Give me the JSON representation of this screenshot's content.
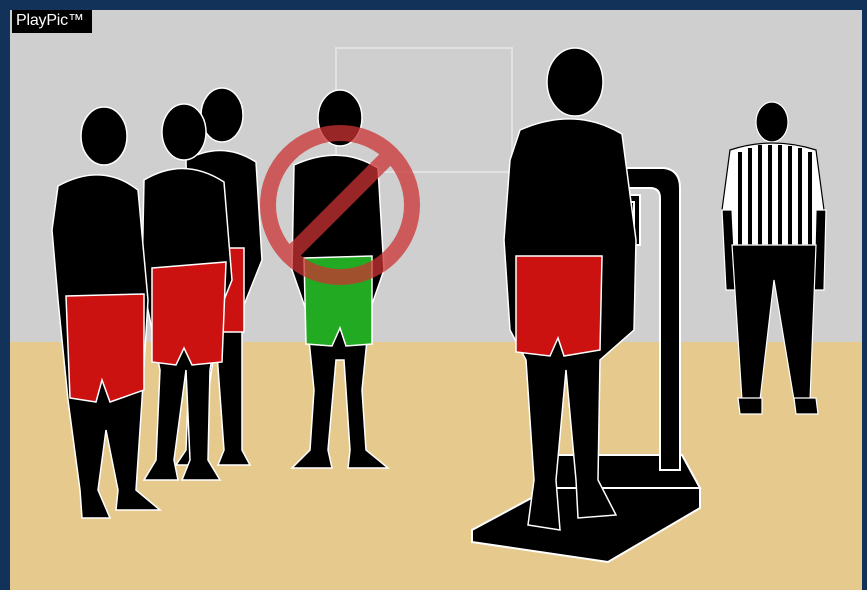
{
  "brand": {
    "label": "PlayPic™"
  },
  "scene": {
    "colors": {
      "wall": "#cfcfcf",
      "floor": "#e6c98d",
      "border": "#13325a",
      "silhouette": "#000000",
      "shorts_red": "#cc1111",
      "shorts_green": "#22aa22",
      "prohibition": "#cc3333"
    },
    "elements": [
      "wrestler-silhouette",
      "wrestler-silhouette",
      "wrestler-silhouette",
      "prohibited-wrestler",
      "prohibition-icon",
      "wrestler-on-scale",
      "weigh-scale",
      "referee"
    ]
  }
}
